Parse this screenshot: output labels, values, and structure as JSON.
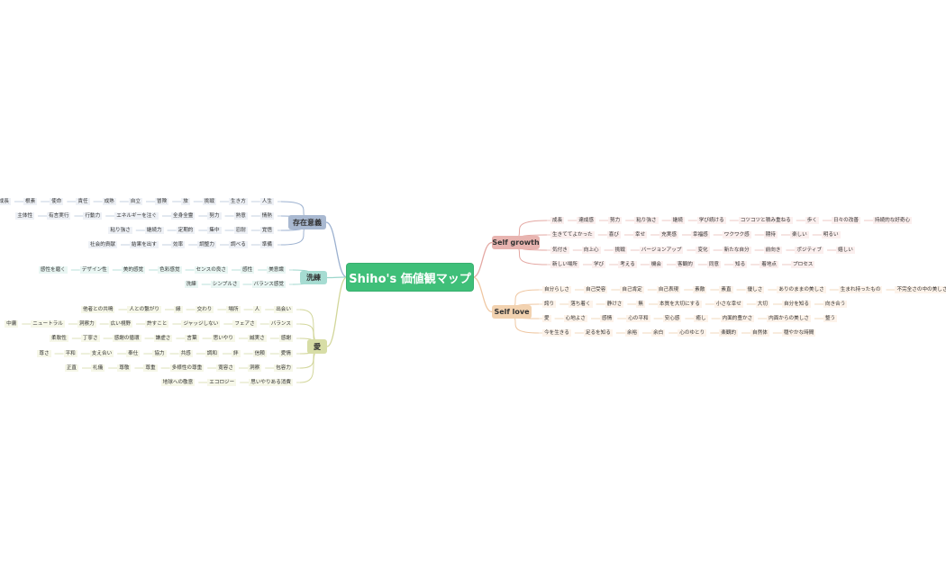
{
  "central": {
    "label": "Shiho's 価値観マップ"
  },
  "branches": [
    {
      "id": "sonzai",
      "label": "存在意義",
      "color": "#a9b9d1",
      "edge": "#9cb1d0",
      "side": "left",
      "rows": [
        [
          "人生",
          "生き方",
          "挑戦",
          "旅",
          "冒険",
          "自立",
          "成熟",
          "責任",
          "使命",
          "根素",
          "魂の成長"
        ],
        [
          "情熱",
          "熟意",
          "努力",
          "全身全霊",
          "エネルギーを注ぐ",
          "行動力",
          "有言実行",
          "主体性"
        ],
        [
          "覚悟",
          "忍耐",
          "集中",
          "定期的",
          "継続力",
          "粘り強さ"
        ],
        [
          "準備",
          "調べる",
          "調整力",
          "効率",
          "結果を出す",
          "社会的貢献"
        ]
      ]
    },
    {
      "id": "senren",
      "label": "洗練",
      "color": "#a6dcd2",
      "edge": "#9bd6cb",
      "side": "left",
      "rows": [
        [
          "美意識",
          "感性",
          "センスの良さ",
          "色彩感覚",
          "美的感覚",
          "デザイン性",
          "感性を磨く"
        ],
        [
          "バランス感覚",
          "シンプルさ",
          "洗練"
        ]
      ]
    },
    {
      "id": "ai",
      "label": "愛",
      "color": "#d7dda6",
      "edge": "#d2d69a",
      "side": "left",
      "rows": [
        [
          "出会い",
          "人",
          "場所",
          "交わり",
          "縁",
          "人との繋がり",
          "他者との共鳴"
        ],
        [
          "バランス",
          "フェアさ",
          "ジャッジしない",
          "許すこと",
          "広い視野",
          "洞察力",
          "ニュートラル",
          "中庸"
        ],
        [
          "感謝",
          "誠実さ",
          "思いやり",
          "言葉",
          "謙虚さ",
          "感謝の循環",
          "丁寧さ",
          "柔軟性"
        ],
        [
          "愛情",
          "信頼",
          "絆",
          "調和",
          "共感",
          "協力",
          "奉仕",
          "支え合い",
          "平和",
          "尊さ"
        ],
        [
          "包容力",
          "洞察",
          "寛容さ",
          "多様性の尊重",
          "尊重",
          "尊敬",
          "礼儀",
          "正直"
        ],
        [
          "思いやりある消費",
          "エコロジー",
          "地球への敬意"
        ]
      ]
    },
    {
      "id": "growth",
      "label": "Self growth",
      "color": "#e8b4b0",
      "edge": "#e4a8a3",
      "side": "right",
      "rows": [
        [
          "成長",
          "達成感",
          "努力",
          "粘り強さ",
          "継続",
          "学び続ける",
          "コツコツと積み重ねる",
          "歩く",
          "日々の改善",
          "持続的な好奇心"
        ],
        [
          "生きててよかった",
          "喜び",
          "幸せ",
          "充実感",
          "幸福感",
          "ワクワク感",
          "期待",
          "楽しい",
          "明るい"
        ],
        [
          "気付き",
          "向上心",
          "挑戦",
          "バージョンアップ",
          "変化",
          "新たな自分",
          "前向き",
          "ポジティブ",
          "嬉しい"
        ],
        [
          "新しい場所",
          "学び",
          "考える",
          "機会",
          "客観的",
          "同意",
          "知る",
          "着地点",
          "プロセス"
        ]
      ]
    },
    {
      "id": "love",
      "label": "Self love",
      "color": "#f2d2b0",
      "edge": "#efc7a2",
      "side": "right",
      "rows": [
        [
          "自分らしさ",
          "自己受容",
          "自己肯定",
          "自己表現",
          "素敵",
          "素直",
          "優しさ",
          "ありのままの美しさ",
          "生まれ持ったもの",
          "不完全さの中の美しさ"
        ],
        [
          "誇り",
          "落ち着く",
          "静けさ",
          "無",
          "本質を大切にする",
          "小さな幸せ",
          "大切",
          "自分を知る",
          "向き合う"
        ],
        [
          "愛",
          "心地よさ",
          "感情",
          "心の平和",
          "安心感",
          "癒し",
          "内面的豊かさ",
          "内面からの美しさ",
          "整う"
        ],
        [
          "今を生きる",
          "足るを知る",
          "余裕",
          "余白",
          "心のゆとり",
          "楽観的",
          "自然体",
          "穏やかな時間"
        ]
      ]
    }
  ]
}
